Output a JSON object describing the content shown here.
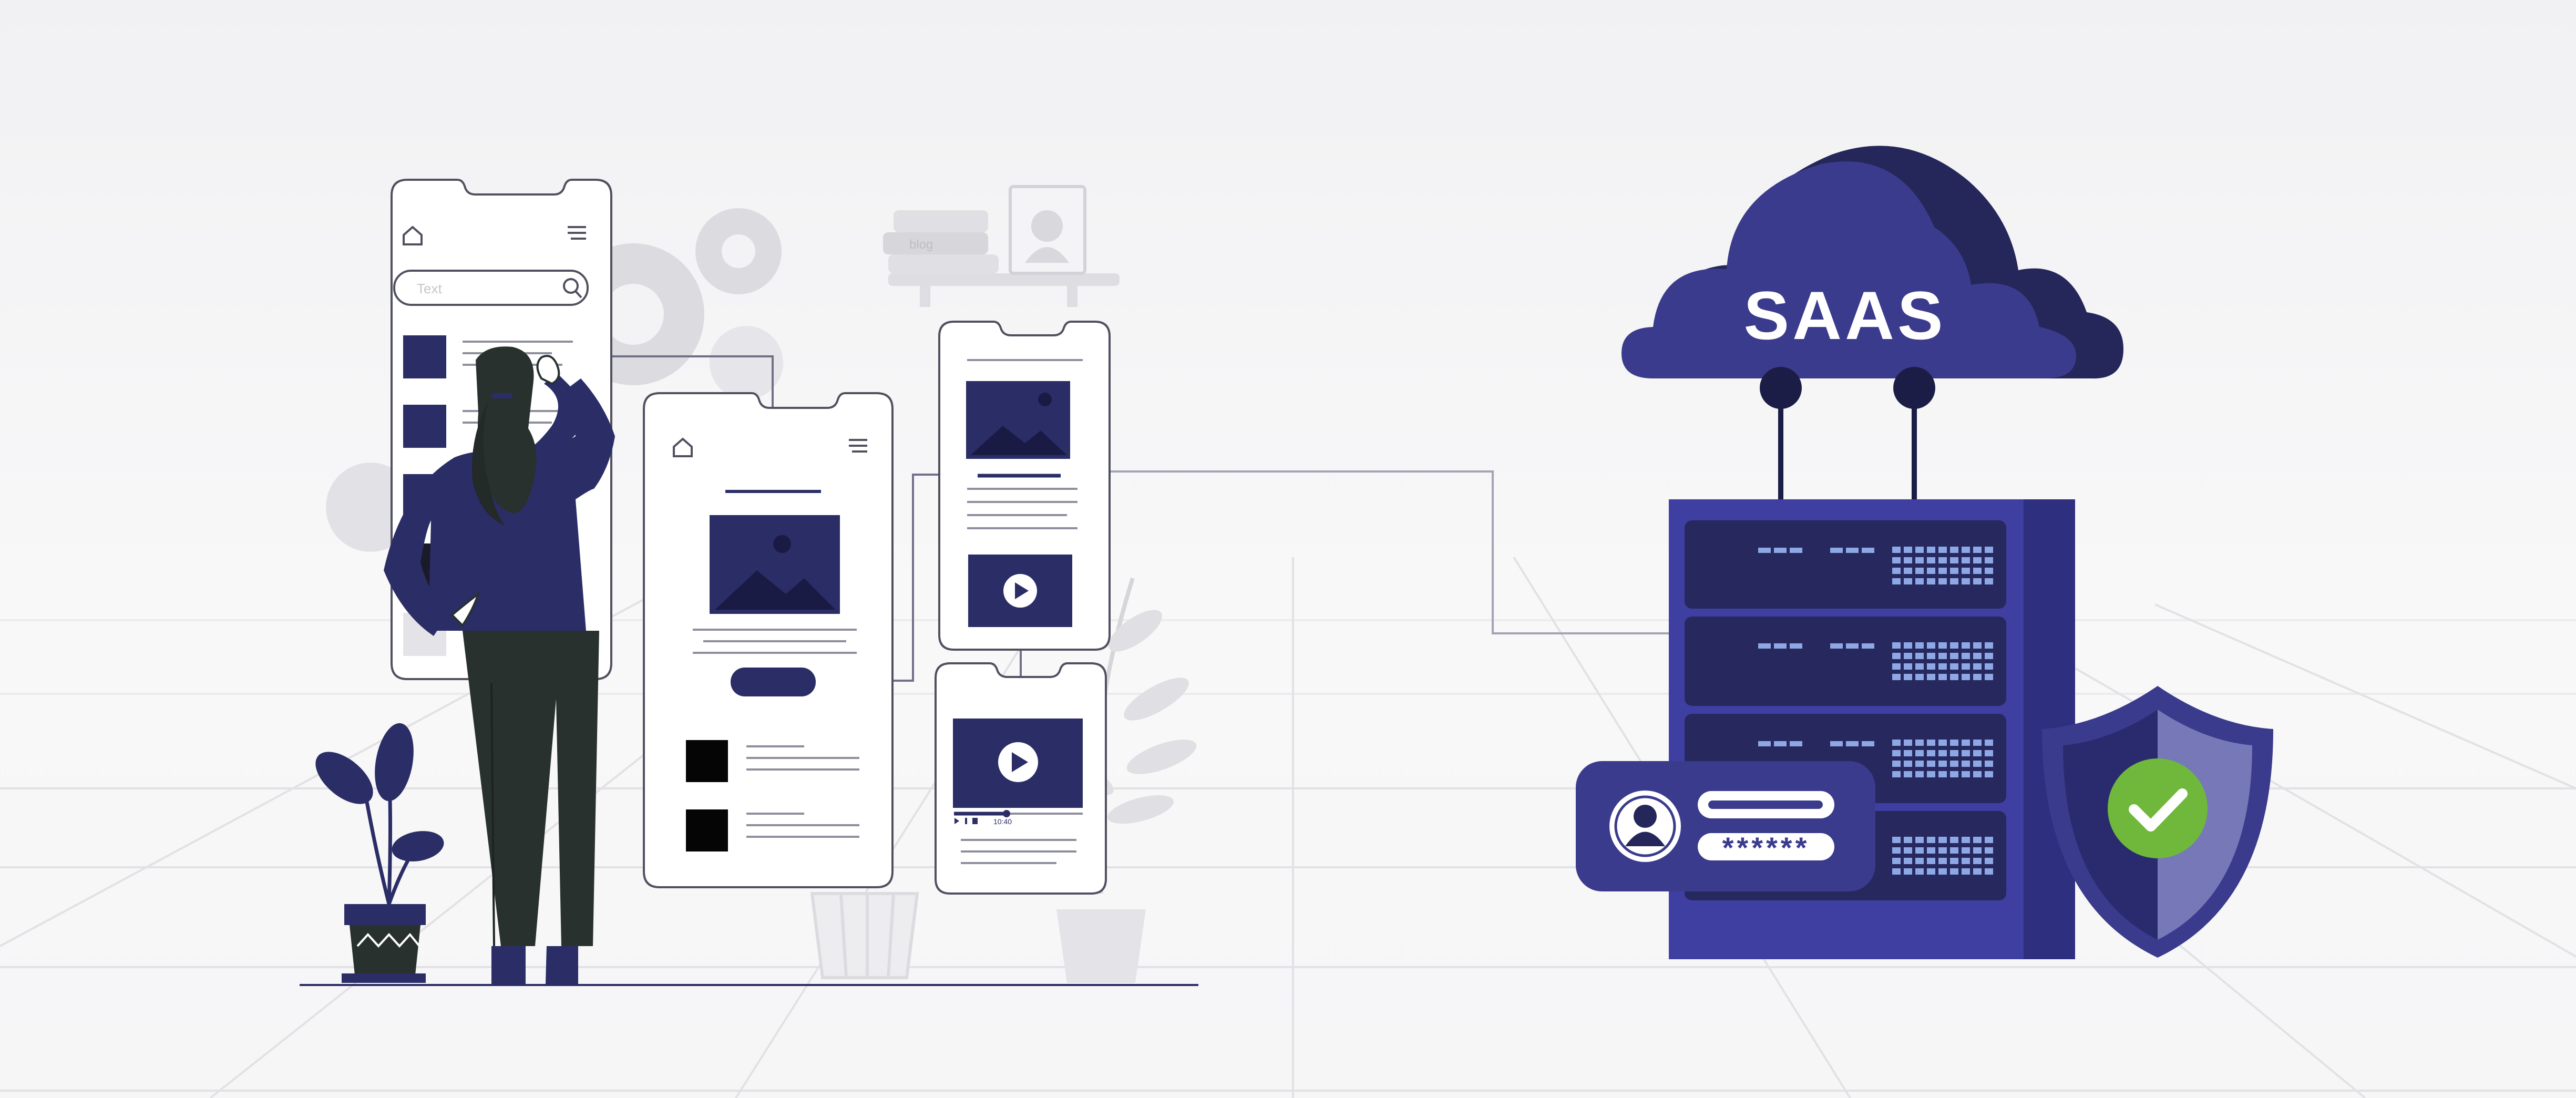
{
  "search": {
    "placeholder": "Text"
  },
  "shelf_book": {
    "label": "blog"
  },
  "cloud": {
    "label": "SAAS"
  },
  "login": {
    "password_mask": "******"
  },
  "player": {
    "time": "10:40"
  },
  "colors": {
    "navy": "#2b2d66",
    "indigo": "#3a3b8c",
    "indigo_dark": "#25265a",
    "server_blue": "#3e3fa0",
    "rack_panel": "#26285e",
    "led_blue": "#8ea8e6",
    "shield_check": "#6fb83c",
    "figure_dark": "#29312f",
    "outline": "#505060",
    "background": "#f5f5f6"
  },
  "icons": [
    "home-icon",
    "menu-icon",
    "search-icon",
    "gear-icon",
    "image-icon",
    "play-icon",
    "user-icon",
    "check-icon",
    "shield-icon"
  ]
}
